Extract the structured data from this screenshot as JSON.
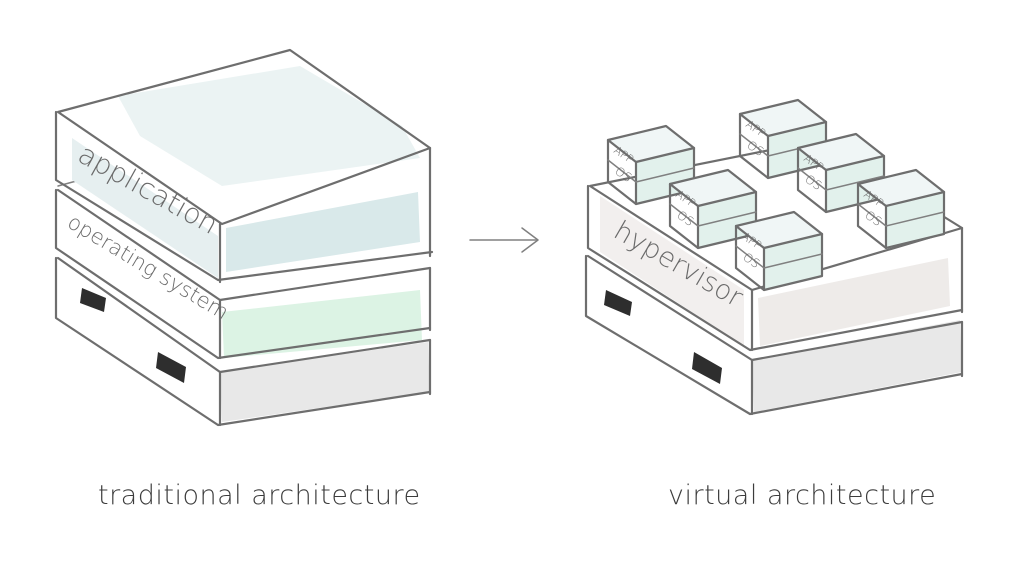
{
  "traditional": {
    "layers": {
      "application": "application",
      "os": "operating system"
    },
    "caption": "traditional architecture"
  },
  "virtual": {
    "hypervisor": "hypervisor",
    "vm_app": "APP",
    "vm_os": "OS",
    "caption": "virtual architecture"
  },
  "colors": {
    "application": "#d9e9ea",
    "operating_system": "#dcf3e4",
    "hardware": "#e8e8e8",
    "hypervisor": "#eeebe9",
    "stroke": "#6e6e6e"
  }
}
